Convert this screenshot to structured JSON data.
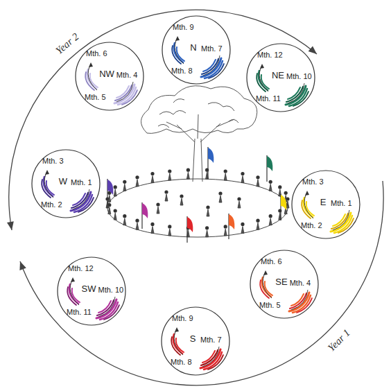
{
  "diagram": {
    "nodes": [
      {
        "text": [
          "Mth. 9",
          "N",
          "Mth. 7",
          "Mth. 8"
        ]
      },
      {
        "text": [
          "Mth. 6",
          "NW",
          "Mth. 4",
          "Mth. 5"
        ]
      },
      {
        "text": [
          "Mth. 12",
          "NE",
          "Mth. 10",
          "Mth. 11"
        ]
      },
      {
        "text": [
          "Mth. 3",
          "W",
          "Mth. 1",
          "Mth. 2"
        ]
      },
      {
        "text": [
          "Mth. 3",
          "E",
          "Mth. 1",
          "Mth. 2"
        ]
      },
      {
        "text": [
          "Mth. 12",
          "SW",
          "Mth. 10",
          "Mth. 11"
        ]
      },
      {
        "text": [
          "Mth. 6",
          "SE",
          "Mth. 4",
          "Mth. 5"
        ]
      },
      {
        "text": [
          "Mth. 9",
          "S",
          "Mth. 7",
          "Mth. 8"
        ]
      }
    ],
    "labels": [
      "Year 2",
      "Year 1"
    ]
  }
}
